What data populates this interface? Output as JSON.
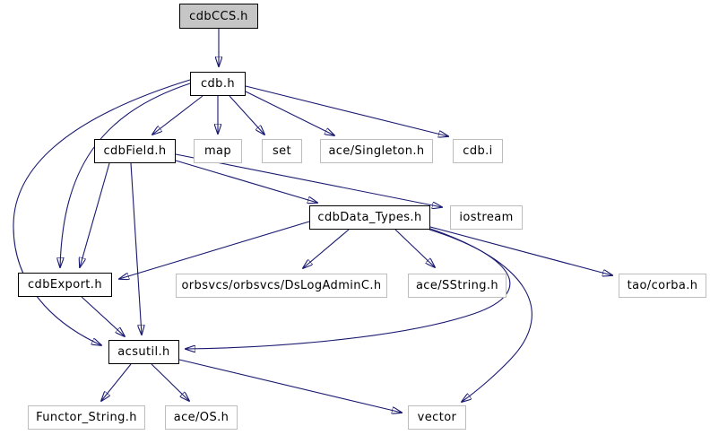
{
  "diagram": {
    "kind": "doxygen-include-dependency-graph",
    "background_color": "#ffffff",
    "edge_color": "#191970",
    "current_node_fill": "#c6c6c6",
    "documented_node_border": "#000000",
    "external_node_border": "#bdbdbd"
  },
  "nodes": [
    {
      "id": "cdbCCS.h",
      "label": "cdbCCS.h",
      "type": "current"
    },
    {
      "id": "cdb.h",
      "label": "cdb.h",
      "type": "documented"
    },
    {
      "id": "cdbField.h",
      "label": "cdbField.h",
      "type": "documented"
    },
    {
      "id": "map",
      "label": "map",
      "type": "external"
    },
    {
      "id": "set",
      "label": "set",
      "type": "external"
    },
    {
      "id": "ace/Singleton.h",
      "label": "ace/Singleton.h",
      "type": "external"
    },
    {
      "id": "cdb.i",
      "label": "cdb.i",
      "type": "external"
    },
    {
      "id": "cdbData_Types.h",
      "label": "cdbData_Types.h",
      "type": "documented"
    },
    {
      "id": "iostream",
      "label": "iostream",
      "type": "external"
    },
    {
      "id": "cdbExport.h",
      "label": "cdbExport.h",
      "type": "documented"
    },
    {
      "id": "orbsvcs/orbsvcs/DsLogAdminC.h",
      "label": "orbsvcs/orbsvcs/DsLogAdminC.h",
      "type": "external"
    },
    {
      "id": "ace/SString.h",
      "label": "ace/SString.h",
      "type": "external"
    },
    {
      "id": "tao/corba.h",
      "label": "tao/corba.h",
      "type": "external"
    },
    {
      "id": "acsutil.h",
      "label": "acsutil.h",
      "type": "documented"
    },
    {
      "id": "Functor_String.h",
      "label": "Functor_String.h",
      "type": "external"
    },
    {
      "id": "ace/OS.h",
      "label": "ace/OS.h",
      "type": "external"
    },
    {
      "id": "vector",
      "label": "vector",
      "type": "external"
    }
  ],
  "edges": [
    {
      "from": "cdbCCS.h",
      "to": "cdb.h"
    },
    {
      "from": "cdb.h",
      "to": "cdbField.h"
    },
    {
      "from": "cdb.h",
      "to": "map"
    },
    {
      "from": "cdb.h",
      "to": "set"
    },
    {
      "from": "cdb.h",
      "to": "ace/Singleton.h"
    },
    {
      "from": "cdb.h",
      "to": "cdb.i"
    },
    {
      "from": "cdb.h",
      "to": "cdbExport.h"
    },
    {
      "from": "cdb.h",
      "to": "acsutil.h"
    },
    {
      "from": "cdbField.h",
      "to": "cdbData_Types.h"
    },
    {
      "from": "cdbField.h",
      "to": "iostream"
    },
    {
      "from": "cdbField.h",
      "to": "cdbExport.h"
    },
    {
      "from": "cdbField.h",
      "to": "acsutil.h"
    },
    {
      "from": "cdbData_Types.h",
      "to": "cdbExport.h"
    },
    {
      "from": "cdbData_Types.h",
      "to": "acsutil.h"
    },
    {
      "from": "cdbData_Types.h",
      "to": "ace/SString.h"
    },
    {
      "from": "cdbData_Types.h",
      "to": "orbsvcs/orbsvcs/DsLogAdminC.h"
    },
    {
      "from": "cdbData_Types.h",
      "to": "tao/corba.h"
    },
    {
      "from": "cdbData_Types.h",
      "to": "vector"
    },
    {
      "from": "cdbExport.h",
      "to": "acsutil.h"
    },
    {
      "from": "acsutil.h",
      "to": "Functor_String.h"
    },
    {
      "from": "acsutil.h",
      "to": "ace/OS.h"
    },
    {
      "from": "acsutil.h",
      "to": "vector"
    }
  ]
}
